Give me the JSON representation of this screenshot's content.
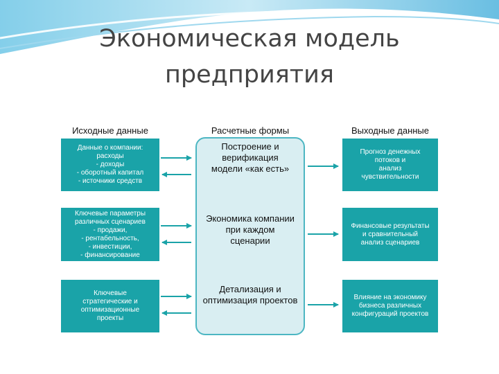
{
  "title_line1": "Экономическая модель",
  "title_line2": "предприятия",
  "columns": {
    "input": "Исходные данные",
    "calc": "Расчетные формы",
    "output": "Выходные данные"
  },
  "input_boxes": [
    [
      "Данные о компании:",
      "расходы",
      "- доходы",
      "- оборотный капитал",
      "- источники средств"
    ],
    [
      "Ключевые параметры",
      "различных сценариев",
      "- продажи,",
      "- рентабельность,",
      "- инвестиции,",
      "- финансирование"
    ],
    [
      "Ключевые",
      "стратегические и",
      "оптимизационные",
      "проекты"
    ]
  ],
  "calc_items": [
    [
      "Построение и",
      "верификация",
      "модели «как есть»"
    ],
    [
      "Экономика компании",
      "при каждом",
      "сценарии"
    ],
    [
      "Детализация и",
      "оптимизация проектов"
    ]
  ],
  "output_boxes": [
    [
      "Прогноз денежных",
      "потоков и",
      "анализ",
      "чувствительности"
    ],
    [
      "Финансовые результаты",
      "и сравнительный",
      "анализ сценариев"
    ],
    [
      "Влияние на экономику",
      "бизнеса различных",
      "конфигураций проектов"
    ]
  ],
  "colors": {
    "box_fill": "#1aa3a8",
    "center_fill": "#d9eef2",
    "center_border": "#4cb6c2",
    "arrow": "#1aa3a8",
    "title": "#444444"
  }
}
